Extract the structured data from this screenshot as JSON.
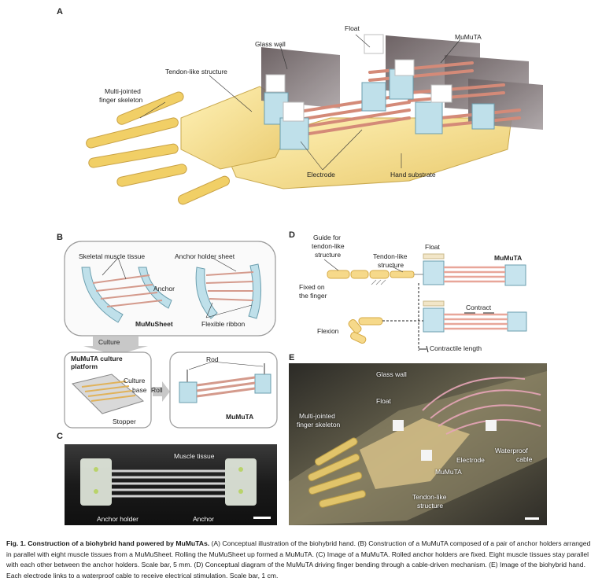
{
  "panels": {
    "a": {
      "letter": "A",
      "labels": {
        "float": "Float",
        "glass_wall": "Glass wall",
        "mumuta": "MuMuTA",
        "tendon": "Tendon-like structure",
        "finger_l1": "Multi-jointed",
        "finger_l2": "finger skeleton",
        "electrode": "Electrode",
        "hand_substrate": "Hand substrate"
      }
    },
    "b": {
      "letter": "B",
      "labels": {
        "skeletal": "Skeletal muscle tissue",
        "anchor_sheet": "Anchor holder sheet",
        "anchor": "Anchor",
        "mumusheet": "MuMuSheet",
        "flexible_ribbon": "Flexible ribbon",
        "culture": "Culture",
        "platform_l1": "MuMuTA culture",
        "platform_l2": "platform",
        "culture_base_l1": "Culture",
        "culture_base_l2": "base",
        "roll": "Roll",
        "stopper": "Stopper",
        "rod": "Rod",
        "mumuta": "MuMuTA"
      }
    },
    "c": {
      "letter": "C",
      "labels": {
        "muscle_tissue": "Muscle tissue",
        "anchor_holder": "Anchor holder",
        "anchor": "Anchor"
      }
    },
    "d": {
      "letter": "D",
      "labels": {
        "guide_l1": "Guide for",
        "guide_l2": "tendon-like",
        "guide_l3": "structure",
        "tendon_l1": "Tendon-like",
        "tendon_l2": "structure",
        "float": "Float",
        "mumuta": "MuMuTA",
        "fixed_l1": "Fixed on",
        "fixed_l2": "the finger",
        "contract": "Contract",
        "flexion": "Flexion",
        "contractile_length": "Contractile length"
      }
    },
    "e": {
      "letter": "E",
      "labels": {
        "glass_wall": "Glass wall",
        "float": "Float",
        "finger_l1": "Multi-jointed",
        "finger_l2": "finger skeleton",
        "electrode": "Electrode",
        "mumuta": "MuMuTA",
        "waterproof_l1": "Waterproof",
        "waterproof_l2": "cable",
        "tendon_l1": "Tendon-like",
        "tendon_l2": "structure"
      }
    }
  },
  "caption": {
    "title": "Fig. 1. Construction of a biohybrid hand powered by MuMuTAs.",
    "body": " (A) Conceptual illustration of the biohybrid hand. (B) Construction of a MuMuTA composed of a pair of anchor holders arranged in parallel with eight muscle tissues from a MuMuSheet. Rolling the MuMuSheet up formed a MuMuTA. (C) Image of a MuMuTA. Rolled anchor holders are fixed. Eight muscle tissues stay parallel with each other between the anchor holders. Scale bar, 5 mm. (D) Conceptual diagram of the MuMuTA driving finger bending through a cable-driven mechanism. (E) Image of the biohybrid hand. Each electrode links to a waterproof cable to receive electrical stimulation. Scale bar, 1 cm."
  }
}
